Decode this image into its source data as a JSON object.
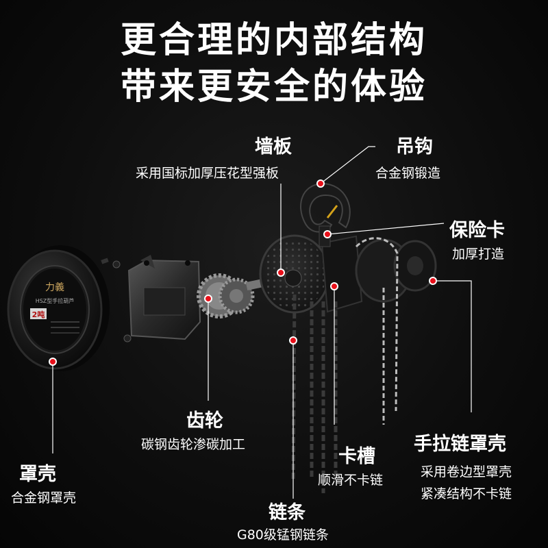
{
  "headline": {
    "line1": "更合理的内部结构",
    "line2": "带来更安全的体验"
  },
  "parts": {
    "wall_plate": {
      "title": "墙板",
      "desc": "采用国标加厚压花型强板"
    },
    "hook": {
      "title": "吊钩",
      "desc": "合金钢锻造"
    },
    "safety_latch": {
      "title": "保险卡",
      "desc": "加厚打造"
    },
    "gear": {
      "title": "齿轮",
      "desc": "碳钢齿轮渗碳加工"
    },
    "cover": {
      "title": "罩壳",
      "desc": "合金钢罩壳"
    },
    "slot": {
      "title": "卡槽",
      "desc": "顺滑不卡链"
    },
    "chain_cover": {
      "title": "手拉链罩壳",
      "desc1": "采用卷边型罩壳",
      "desc2": "紧凑结构不卡链"
    },
    "chain": {
      "title": "链条",
      "desc": "G80级锰钢链条"
    }
  },
  "cover_plate": {
    "brand": "力義",
    "model": "HSZ型手拉葫芦",
    "capacity": "2吨"
  },
  "colors": {
    "background": "#0e0e0e",
    "text": "#ffffff",
    "marker": "#e8101a",
    "leader": "#ffffff"
  }
}
